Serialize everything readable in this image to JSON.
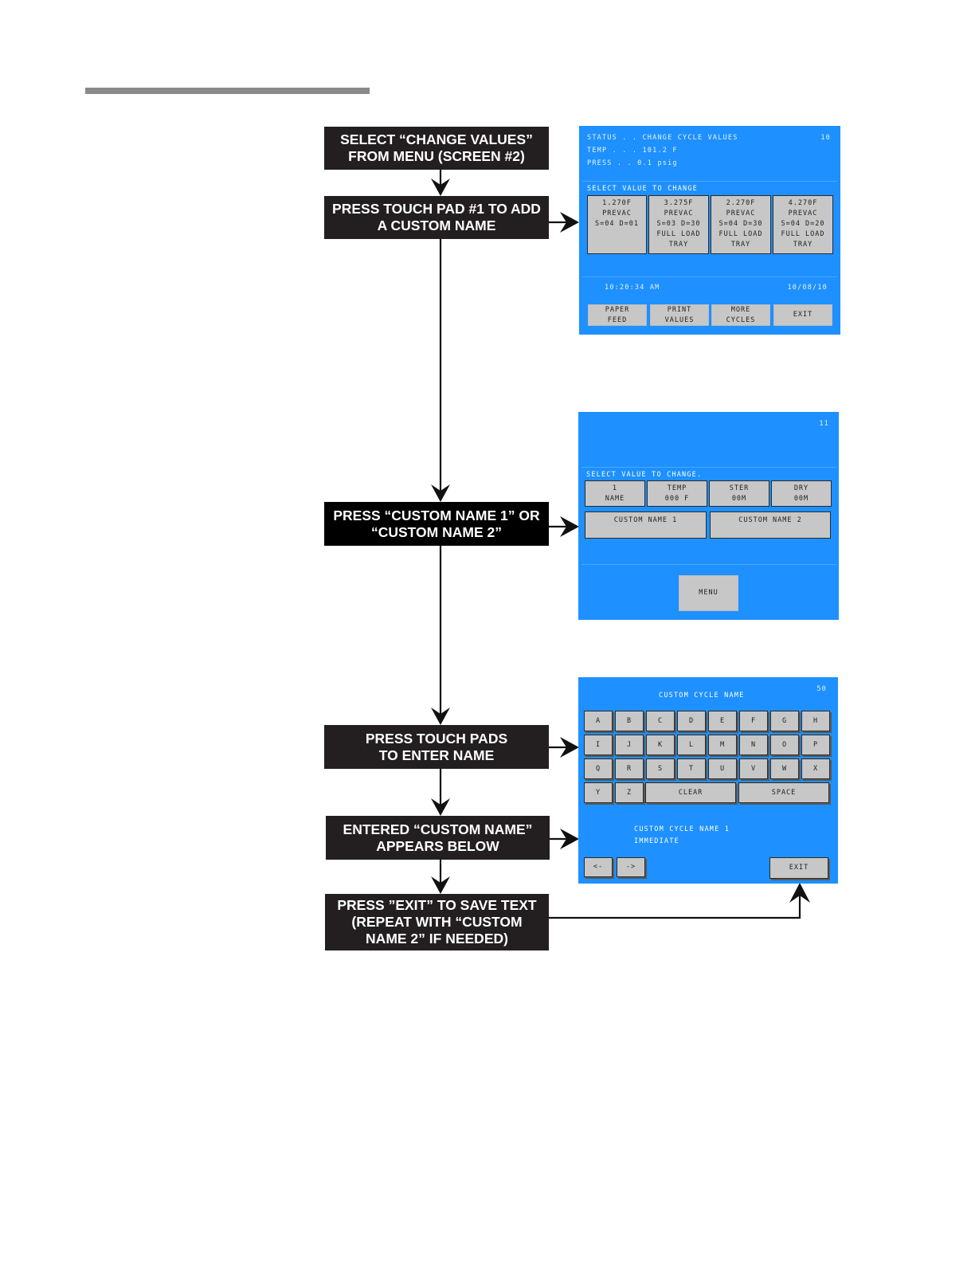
{
  "steps": {
    "s1": "SELECT “CHANGE VALUES”\nFROM MENU (SCREEN #2)",
    "s2": "PRESS TOUCH  PAD #1 TO ADD\nA CUSTOM NAME",
    "s3": "PRESS “CUSTOM NAME 1” OR\n“CUSTOM NAME 2”",
    "s4": "PRESS TOUCH PADS\nTO ENTER NAME",
    "s5": "ENTERED “CUSTOM NAME”\nAPPEARS BELOW",
    "s6": "PRESS ”EXIT” TO SAVE TEXT\n(REPEAT WITH “CUSTOM\nNAME 2” IF NEEDED)"
  },
  "screen10": {
    "status": "STATUS . . CHANGE CYCLE VALUES",
    "number": "10",
    "temp": "TEMP . . . 101.2 F",
    "press": "PRESS  . . 0.1 psig",
    "select_label": "SELECT VALUE TO CHANGE",
    "cycles": [
      {
        "label": "1.270F\nPREVAC\nS=04   D=01"
      },
      {
        "label": "3.275F\nPREVAC\nS=03  D=30\nFULL LOAD\nTRAY"
      },
      {
        "label": "2.270F\nPREVAC\nS=04  D=30\nFULL LOAD\nTRAY"
      },
      {
        "label": "4.270F\nPREVAC\nS=04  D=20\nFULL LOAD\nTRAY"
      }
    ],
    "time": "10:20:34 AM",
    "date": "10/08/10",
    "buttons": [
      "PAPER\nFEED",
      "PRINT\nVALUES",
      "MORE\nCYCLES",
      "EXIT"
    ]
  },
  "screen11": {
    "number": "11",
    "select_label": "SELECT VALUE TO CHANGE.",
    "values": [
      "1\nNAME",
      "TEMP\n000 F",
      "STER\n00M",
      "DRY\n00M"
    ],
    "custom1": "CUSTOM NAME 1",
    "custom2": "CUSTOM NAME 2",
    "menu": "MENU"
  },
  "screen50": {
    "title": "CUSTOM CYCLE NAME",
    "number": "50",
    "keys": [
      "A",
      "B",
      "C",
      "D",
      "E",
      "F",
      "G",
      "H",
      "I",
      "J",
      "K",
      "L",
      "M",
      "N",
      "O",
      "P",
      "Q",
      "R",
      "S",
      "T",
      "U",
      "V",
      "W",
      "X",
      "Y",
      "Z"
    ],
    "clear": "CLEAR",
    "space": "SPACE",
    "name_line1": "CUSTOM CYCLE NAME 1",
    "name_line2": "IMMEDIATE",
    "left": "<-",
    "right": "->",
    "exit": "EXIT"
  }
}
